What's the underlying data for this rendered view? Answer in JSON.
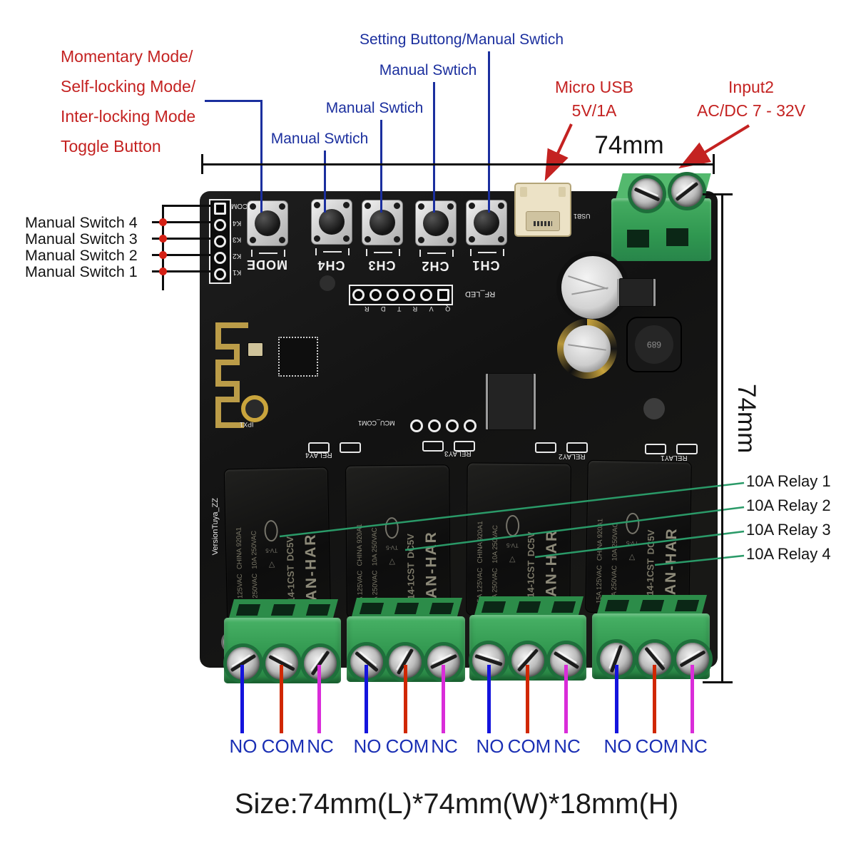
{
  "annotations": {
    "mode_lines": [
      "Momentary Mode/",
      "Self-locking Mode/",
      "Inter-locking Mode",
      "Toggle Button"
    ],
    "setting_button_label": "Setting Buttong/Manual Swtich",
    "manual_switch_top_labels": [
      "Manual Swtich",
      "Manual Swtich",
      "Manual Swtich"
    ],
    "micro_usb_label": "Micro USB",
    "micro_usb_rating": "5V/1A",
    "input2_label": "Input2",
    "input2_rating": "AC/DC 7 - 32V",
    "width_dimension": "74mm",
    "height_dimension": "74mm",
    "left_switch_labels": [
      "Manual Switch 4",
      "Manual Switch 3",
      "Manual Switch 2",
      "Manual Switch 1"
    ],
    "relay_labels": [
      "10A Relay 1",
      "10A Relay 2",
      "10A Relay 3",
      "10A Relay 4"
    ],
    "terminal_pins": [
      "NO",
      "COM",
      "NC"
    ],
    "size_caption": "Size:74mm(L)*74mm(W)*18mm(H)"
  },
  "pcb": {
    "button_labels": [
      "MODE",
      "CH4",
      "CH3",
      "CH2",
      "CH1"
    ],
    "pin_header_labels": [
      "COM",
      "K4",
      "K3",
      "K2",
      "K1"
    ],
    "rf_header_silk": "RF_LED",
    "rf_header_pin_silk": "Q V R T D R",
    "usb_silk": "USB1",
    "antenna_silk": "IPX1",
    "inductor_mark": "689",
    "mcu_silk": "MCU_COM1",
    "version_silk": "VersionTuya_ZZ",
    "relay_silk_labels": [
      "RELAY4",
      "RELAY3",
      "RELAY2",
      "RELAY1"
    ],
    "relay_text": {
      "brand": "FAN-HAR",
      "model": "W14-1CST",
      "coil": "DC5V",
      "rating1": "10A 250VAC",
      "rating2": "15A 125VAC",
      "mark": "TV-5",
      "origin": "CHINA 920A1"
    }
  },
  "colors": {
    "annotation_red": "#c42221",
    "annotation_blue": "#1b2f9e",
    "leader_green": "#2a9a68",
    "line_no_blue": "#1414dd",
    "line_com_red": "#d02800",
    "line_nc_magenta": "#d92cd9",
    "pcb_black": "#161616",
    "terminal_green": "#3aa158"
  }
}
